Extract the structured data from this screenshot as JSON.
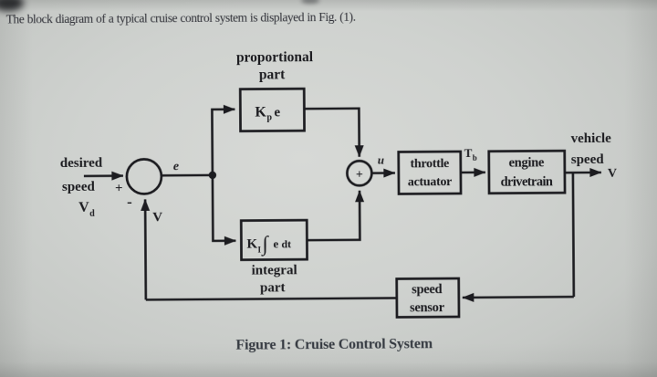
{
  "header": {
    "sentence": "The block diagram of a typical cruise control system is displayed in Fig. (1)."
  },
  "caption": {
    "text": "Figure 1: Cruise Control System"
  },
  "colors": {
    "photo_background": "#cfd2cf",
    "ink": "#1c1c20",
    "sentence_text": "#2e2f36",
    "caption_text": "#353a41"
  },
  "diagram": {
    "controller": {
      "proportional_label_line1": "proportional",
      "proportional_label_line2": "part",
      "integral_label_line1": "integral",
      "integral_label_line2": "part",
      "kp_block": {
        "gain": "K",
        "gain_sub": "p",
        "arg": "e"
      },
      "ki_block": {
        "gain": "K",
        "gain_sub": "I",
        "integral_sign": "∫",
        "arg_e": "e",
        "arg_dt": "dt"
      }
    },
    "blocks": {
      "throttle_line1": "throttle",
      "throttle_line2": "actuator",
      "engine_line1": "engine",
      "engine_line2": "drivetrain",
      "sensor_line1": "speed",
      "sensor_line2": "sensor"
    },
    "signals": {
      "desired_line1": "desired",
      "desired_line2": "speed",
      "vd_main": "V",
      "vd_sub": "d",
      "sum1_plus": "+",
      "sum1_minus": "-",
      "error": "e",
      "feedback_v": "V",
      "sum2_plus": "+",
      "control_u": "u",
      "torque_main": "T",
      "torque_sub": "b",
      "vehicle_line1": "vehicle",
      "vehicle_line2": "speed",
      "output_v": "V"
    }
  }
}
